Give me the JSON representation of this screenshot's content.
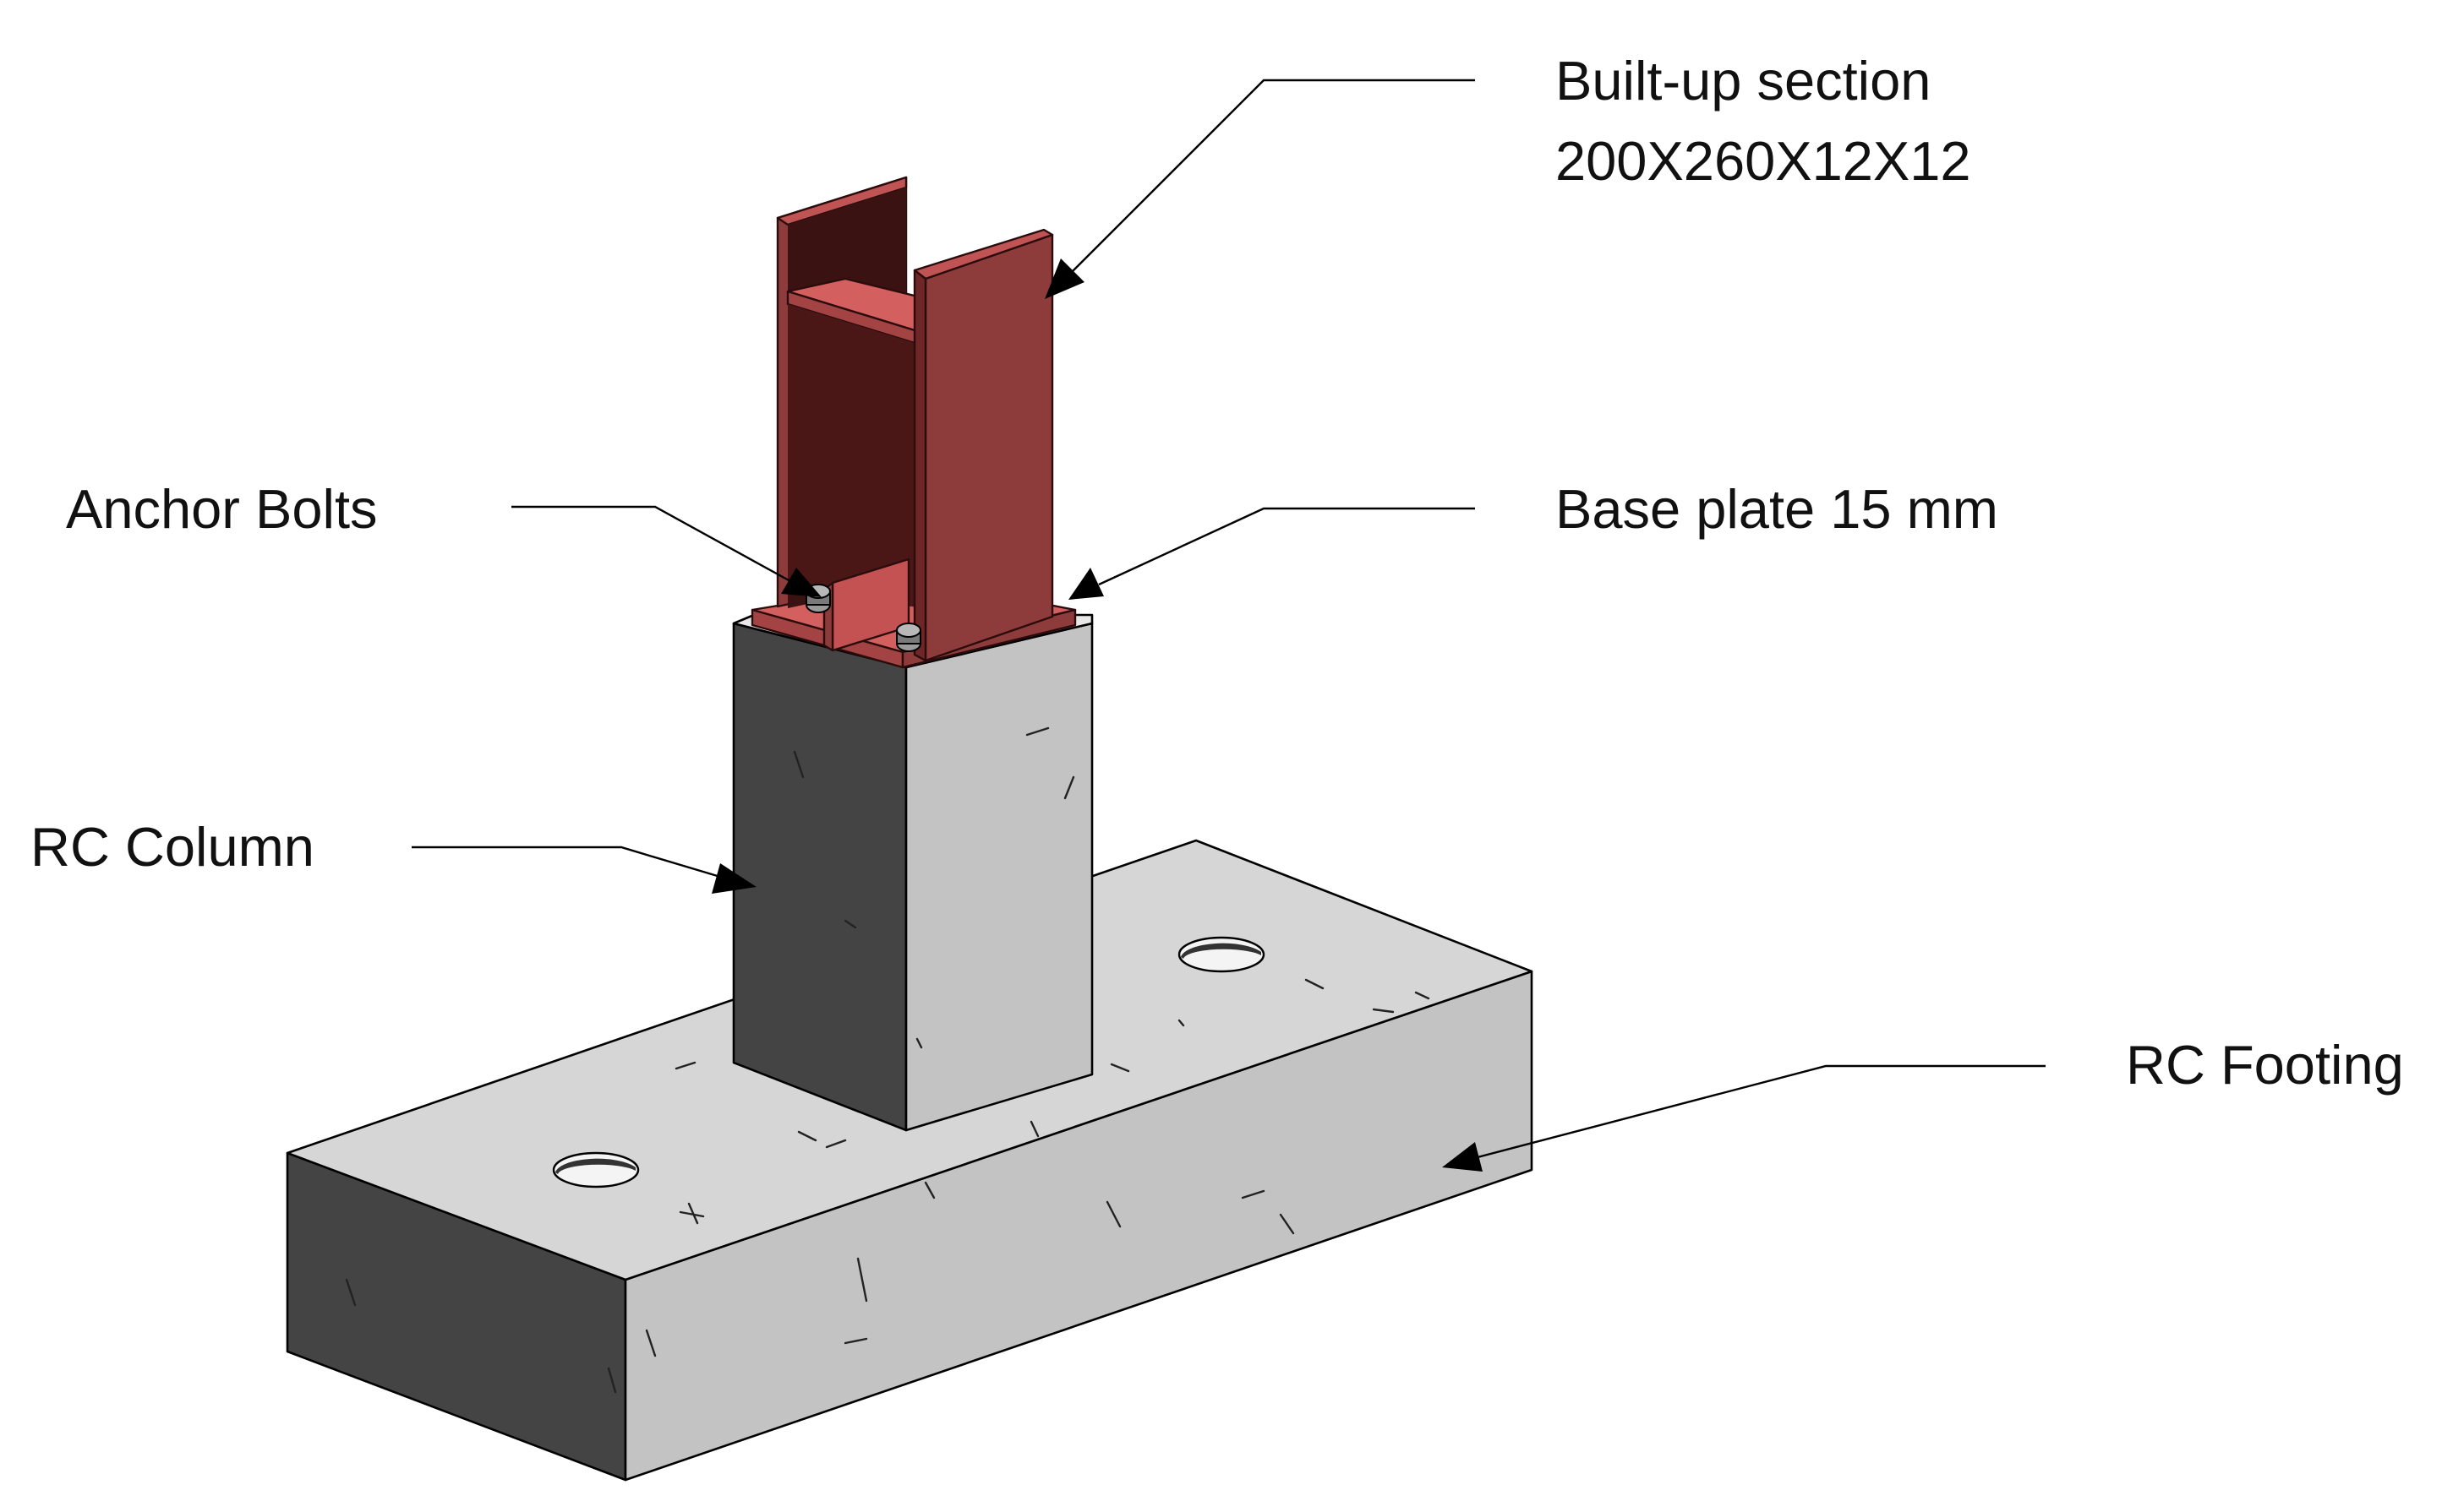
{
  "diagram": {
    "labels": {
      "section_line1": "Built-up section",
      "section_line2": "200X260X12X12",
      "anchor_bolts": "Anchor Bolts",
      "base_plate": "Base plate 15 mm",
      "rc_column": "RC Column",
      "rc_footing": "RC Footing"
    },
    "colors": {
      "steel_dark": "#3a1212",
      "steel_mid": "#8e3b3b",
      "steel_light": "#d35f5f",
      "concrete_dark": "#444444",
      "concrete_light": "#c3c3c3",
      "concrete_top": "#d6d6d6"
    }
  }
}
